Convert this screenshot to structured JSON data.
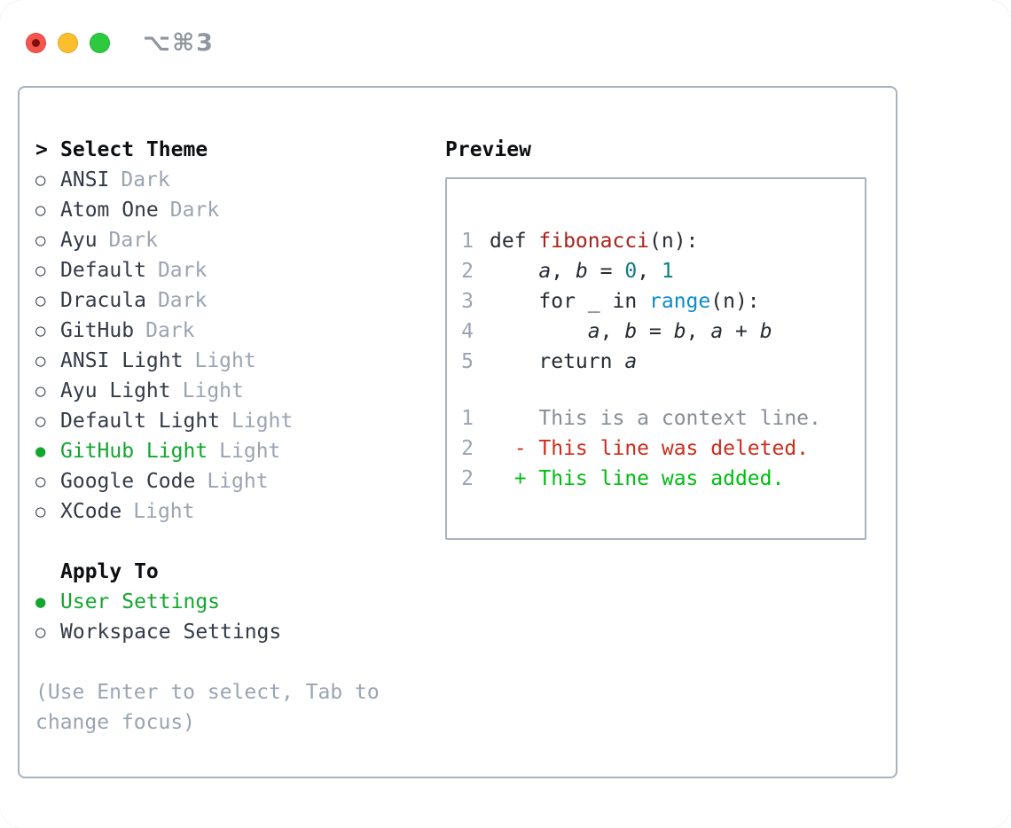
{
  "titlebar": {
    "shortcut_label": "⌥⌘3",
    "traffic_lights": [
      {
        "name": "close-button",
        "color": "#f8544e",
        "dot": "#7d100b"
      },
      {
        "name": "minimize-button",
        "color": "#fcbe2c",
        "dot": ""
      },
      {
        "name": "zoom-button",
        "color": "#2dc93e",
        "dot": ""
      }
    ]
  },
  "markers": {
    "focus": ">",
    "selected": "●",
    "unselected": "○"
  },
  "theme_panel": {
    "title": "Select Theme",
    "themes": [
      {
        "name": "ANSI",
        "variant": "Dark",
        "selected": false
      },
      {
        "name": "Atom One",
        "variant": "Dark",
        "selected": false
      },
      {
        "name": "Ayu",
        "variant": "Dark",
        "selected": false
      },
      {
        "name": "Default",
        "variant": "Dark",
        "selected": false
      },
      {
        "name": "Dracula",
        "variant": "Dark",
        "selected": false
      },
      {
        "name": "GitHub",
        "variant": "Dark",
        "selected": false
      },
      {
        "name": "ANSI Light",
        "variant": "Light",
        "selected": false
      },
      {
        "name": "Ayu Light",
        "variant": "Light",
        "selected": false
      },
      {
        "name": "Default Light",
        "variant": "Light",
        "selected": false
      },
      {
        "name": "GitHub Light",
        "variant": "Light",
        "selected": true
      },
      {
        "name": "Google Code",
        "variant": "Light",
        "selected": false
      },
      {
        "name": "XCode",
        "variant": "Light",
        "selected": false
      }
    ],
    "apply_to": {
      "title": "Apply To",
      "options": [
        {
          "label": "User Settings",
          "selected": true
        },
        {
          "label": "Workspace Settings",
          "selected": false
        }
      ]
    },
    "hint": "(Use Enter to select, Tab to change focus)"
  },
  "preview": {
    "title": "Preview",
    "code_lines": [
      {
        "num": "1",
        "segments": [
          {
            "t": "def ",
            "s": "plain"
          },
          {
            "t": "fibonacci",
            "s": "func"
          },
          {
            "t": "(n):",
            "s": "plain"
          }
        ]
      },
      {
        "num": "2",
        "segments": [
          {
            "t": "    ",
            "s": "plain"
          },
          {
            "t": "a",
            "s": "var"
          },
          {
            "t": ", ",
            "s": "plain"
          },
          {
            "t": "b",
            "s": "var"
          },
          {
            "t": " = ",
            "s": "plain"
          },
          {
            "t": "0",
            "s": "num"
          },
          {
            "t": ", ",
            "s": "plain"
          },
          {
            "t": "1",
            "s": "num"
          }
        ]
      },
      {
        "num": "3",
        "segments": [
          {
            "t": "    for _ in ",
            "s": "plain"
          },
          {
            "t": "range",
            "s": "builtin"
          },
          {
            "t": "(n):",
            "s": "plain"
          }
        ]
      },
      {
        "num": "4",
        "segments": [
          {
            "t": "        ",
            "s": "plain"
          },
          {
            "t": "a",
            "s": "var"
          },
          {
            "t": ", ",
            "s": "plain"
          },
          {
            "t": "b",
            "s": "var"
          },
          {
            "t": " = ",
            "s": "plain"
          },
          {
            "t": "b",
            "s": "var"
          },
          {
            "t": ", ",
            "s": "plain"
          },
          {
            "t": "a",
            "s": "var"
          },
          {
            "t": " + ",
            "s": "plain"
          },
          {
            "t": "b",
            "s": "var"
          }
        ]
      },
      {
        "num": "5",
        "segments": [
          {
            "t": "    return ",
            "s": "plain"
          },
          {
            "t": "a",
            "s": "var"
          }
        ]
      }
    ],
    "diff_lines": [
      {
        "num": "1",
        "type": "context",
        "text": "    This is a context line."
      },
      {
        "num": "2",
        "type": "deleted",
        "text": "  - This line was deleted."
      },
      {
        "num": "2",
        "type": "added",
        "text": "  + This line was added."
      }
    ]
  },
  "colors": {
    "selection_green": "#13a62f",
    "added_green": "#00bd13",
    "deleted_red": "#cc2d1c",
    "function_red": "#a7231b",
    "number_teal": "#0e7d80",
    "builtin_blue": "#0d8bd1",
    "muted_gray": "#9aa4b2",
    "context_gray": "#878e96",
    "border_gray": "#a9b2bf",
    "text_dark": "#262c33"
  }
}
